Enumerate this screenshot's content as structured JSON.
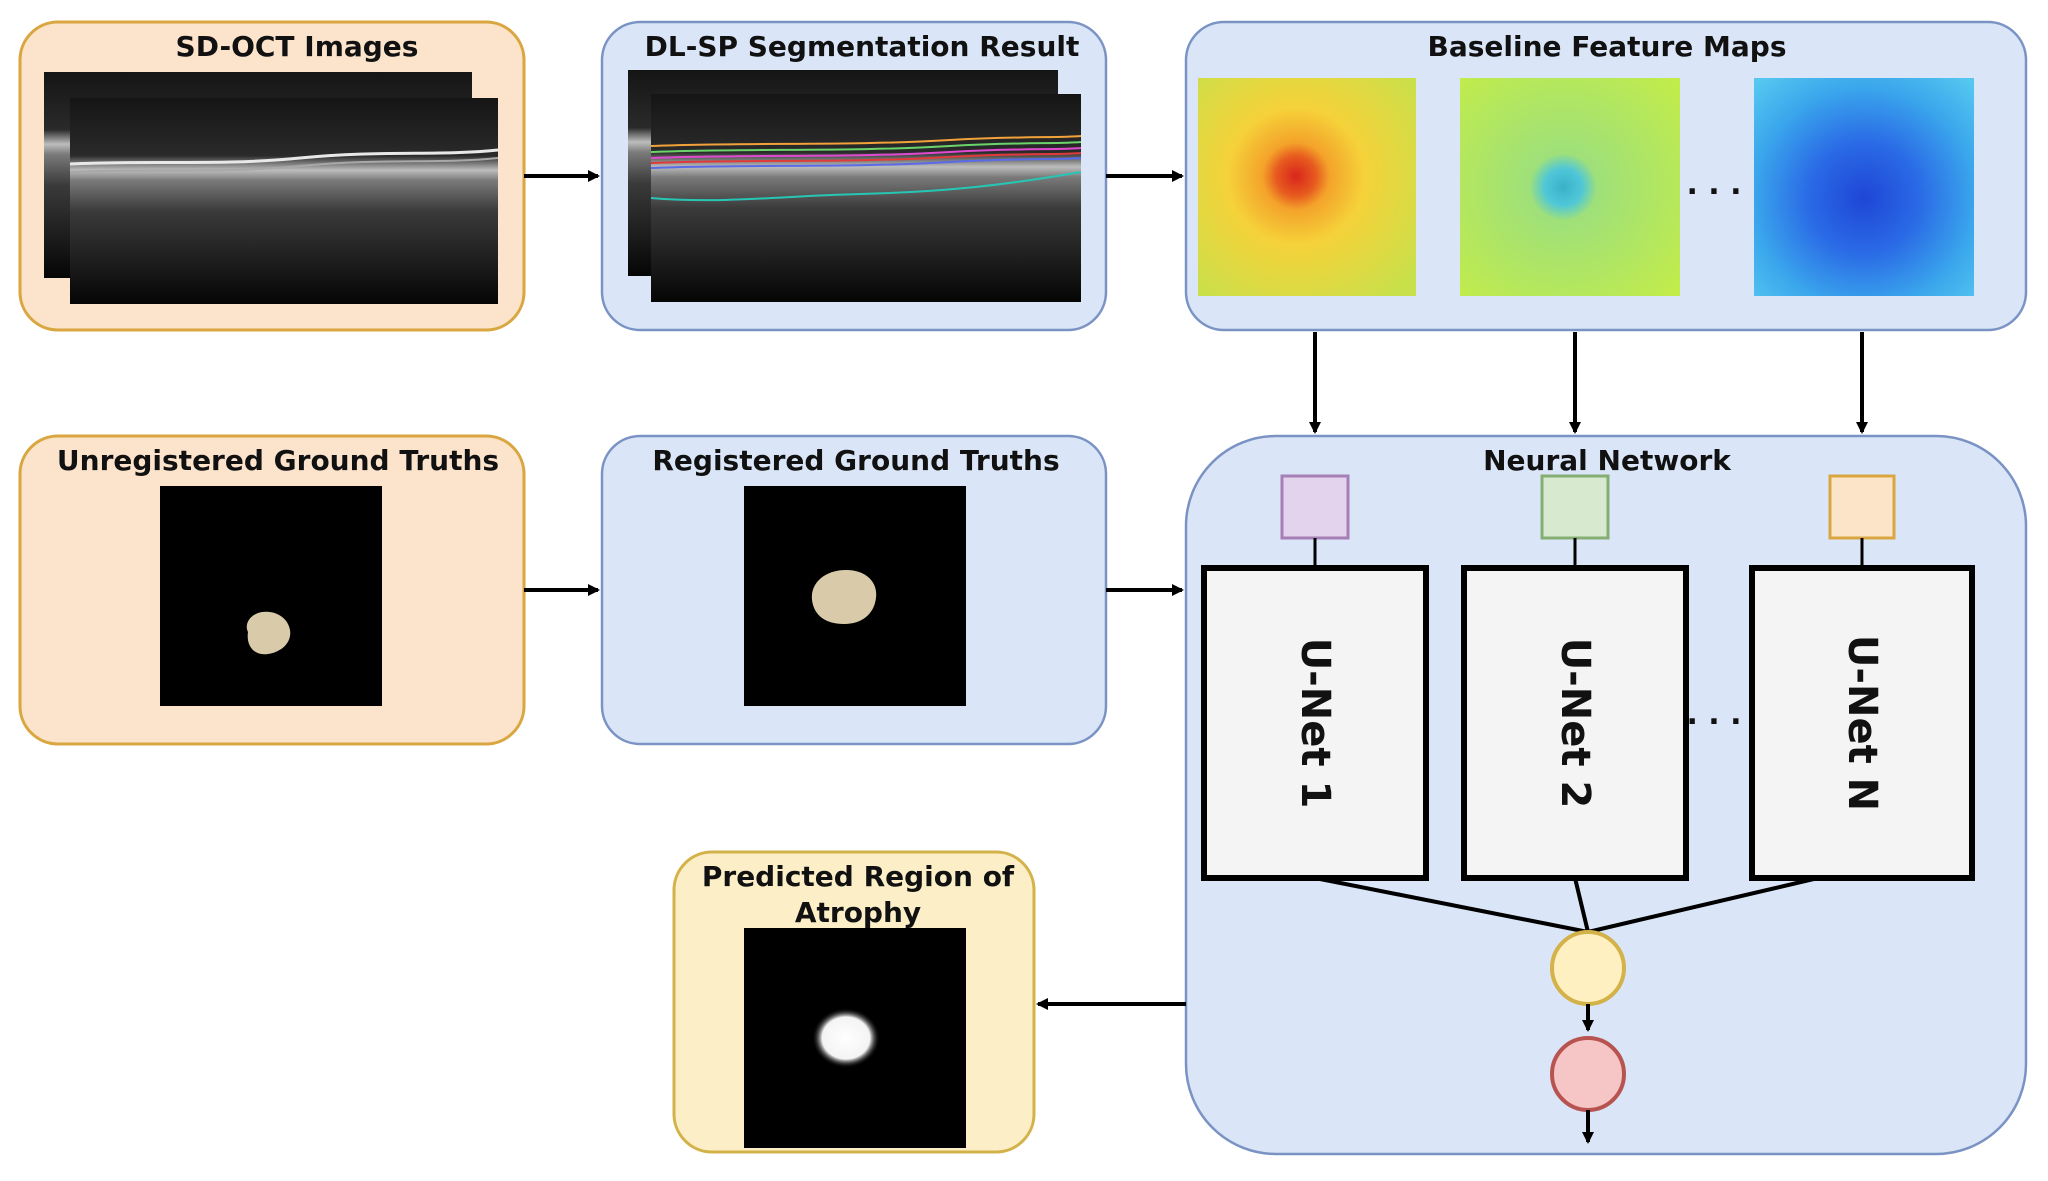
{
  "colors": {
    "orange_fill": "#FCE3CB",
    "orange_stroke": "#D9A640",
    "blue_fill": "#DAE6F8",
    "blue_stroke": "#7A93C4",
    "yellow_fill": "#FCEFC8",
    "yellow_stroke": "#D4B24A",
    "purple_fill": "#E3D3EC",
    "purple_stroke": "#A57FB6",
    "green_fill": "#D7EACF",
    "green_stroke": "#86AE73",
    "peach_fill": "#FCE4C9",
    "peach_stroke": "#D9A640",
    "ensemble_fill": "#FFF0C2",
    "ensemble_stroke": "#D4B24A",
    "output_fill": "#F6C5C5",
    "output_stroke": "#B85450",
    "lesion": "#D9CBA9",
    "lesion_pred": "#FFFFFF"
  },
  "nodes": {
    "sdoct": {
      "title": "SD-OCT Images"
    },
    "dlsp": {
      "title": "DL-SP Segmentation Result"
    },
    "baseline": {
      "title": "Baseline Feature Maps",
      "ellipsis": ". . ."
    },
    "unregistered": {
      "title": "Unregistered Ground Truths"
    },
    "registered": {
      "title": "Registered Ground Truths"
    },
    "network": {
      "title": "Neural Network",
      "units": [
        {
          "label": "U-Net 1"
        },
        {
          "label": "U-Net 2"
        },
        {
          "label": "U-Net N"
        }
      ],
      "ellipsis": ". . ."
    },
    "predicted": {
      "title_line1": "Predicted Region of",
      "title_line2": "Atrophy"
    }
  }
}
